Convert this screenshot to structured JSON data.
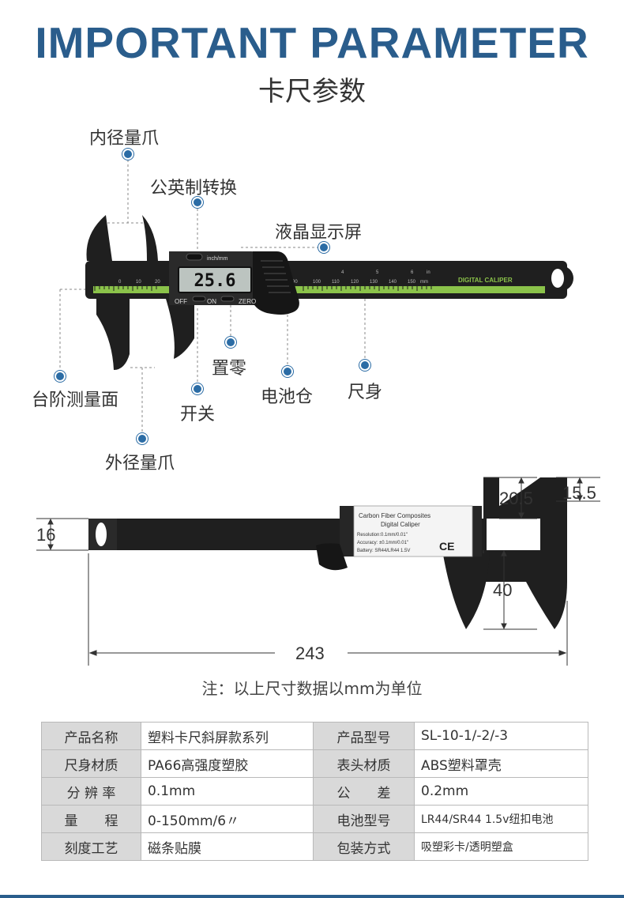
{
  "header": {
    "title": "IMPORTANT PARAMETER",
    "subtitle": "卡尺参数"
  },
  "callouts": {
    "inner_jaw": "内径量爪",
    "unit_switch": "公英制转换",
    "lcd": "液晶显示屏",
    "step_face": "台阶测量面",
    "zero": "置零",
    "battery_box": "电池仓",
    "ruler_body": "尺身",
    "power": "开关",
    "outer_jaw": "外径量爪"
  },
  "caliper": {
    "display_value": "25.6",
    "button_top": "inch/mm",
    "btn_off": "OFF",
    "btn_on": "ON",
    "btn_zero": "ZERO",
    "brand": "DIGITAL CALIPER",
    "scale_numbers": [
      "0",
      "10",
      "20",
      "90",
      "100",
      "110",
      "120",
      "130",
      "140",
      "150",
      "mm"
    ],
    "inch_numbers": [
      "4",
      "5",
      "6",
      "in"
    ]
  },
  "back_label": {
    "line1": "Carbon Fiber Composites",
    "line2": "Digital Caliper",
    "line3": "Resolution:0.1mm/0.01\"",
    "line4": "Accuracy: ±0.1mm/0.01\"",
    "line5": "Battery: SR44/LR44 1.5V",
    "ce": "CE"
  },
  "dimensions": {
    "d16": "16",
    "d20_5": "20.5",
    "d15_5": "15.5",
    "d40": "40",
    "d243": "243"
  },
  "note": "注：以上尺寸数据以mm为单位",
  "specs": [
    [
      "产品名称",
      "塑料卡尺斜屏款系列",
      "产品型号",
      "SL-10-1/-2/-3"
    ],
    [
      "尺身材质",
      "PA66高强度塑胶",
      "表头材质",
      "ABS塑料罩壳"
    ],
    [
      "分 辨 率",
      "0.1mm",
      "公　　差",
      "0.2mm"
    ],
    [
      "量　　程",
      "0-150mm/6〃",
      "电池型号",
      "LR44/SR44  1.5v纽扣电池"
    ],
    [
      "刻度工艺",
      "磁条贴膜",
      "包装方式",
      "吸塑彩卡/透明塑盒"
    ]
  ],
  "colors": {
    "title_blue": "#2a5d8c",
    "dot_blue": "#2b6ca5",
    "scale_green": "#8bc34a",
    "caliper_black": "#1e1e1e"
  }
}
